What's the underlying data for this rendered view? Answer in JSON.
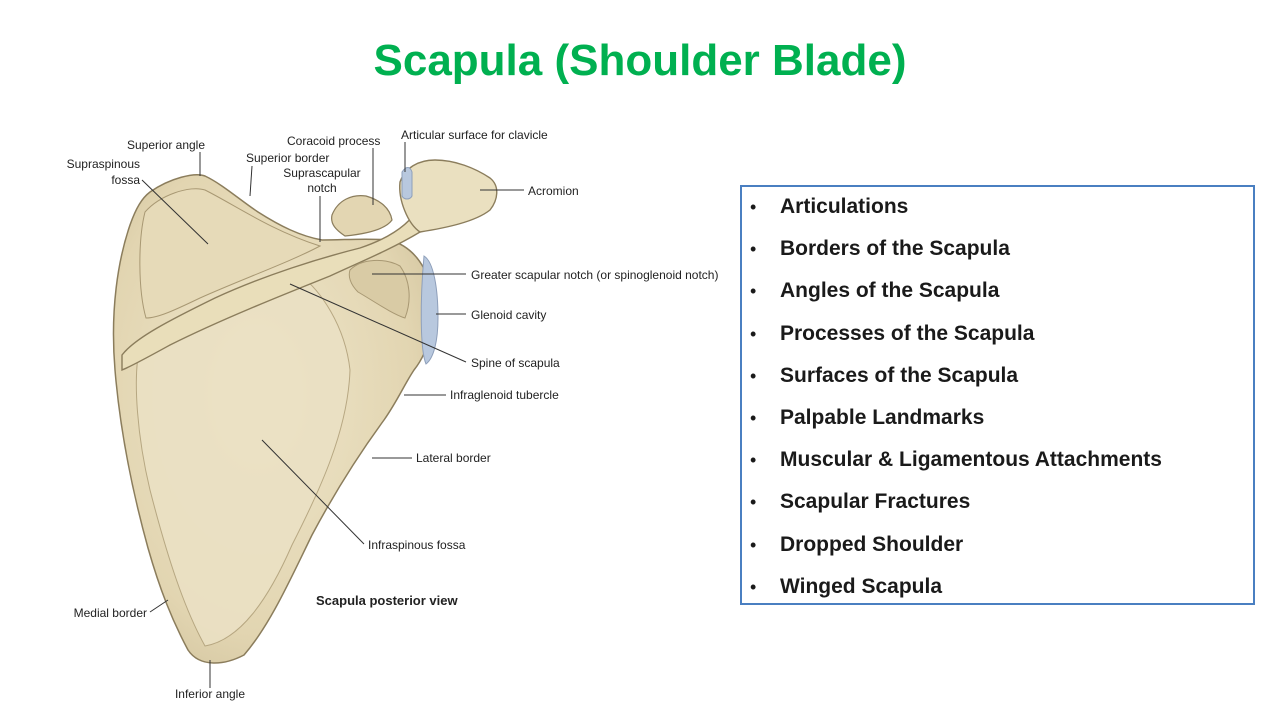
{
  "slide": {
    "title": "Scapula (Shoulder Blade)"
  },
  "figure": {
    "caption": "Scapula posterior view",
    "labels": {
      "superior_angle": "Superior angle",
      "supraspinous_fossa_1": "Supraspinous",
      "supraspinous_fossa_2": "fossa",
      "superior_border": "Superior border",
      "coracoid_process": "Coracoid process",
      "suprascapular_notch_1": "Suprascapular",
      "suprascapular_notch_2": "notch",
      "articular_surface": "Articular surface for clavicle",
      "acromion": "Acromion",
      "greater_scapular_notch": "Greater scapular notch (or spinoglenoid notch)",
      "glenoid_cavity": "Glenoid cavity",
      "spine_of_scapula": "Spine of scapula",
      "infraglenoid_tubercle": "Infraglenoid tubercle",
      "lateral_border": "Lateral border",
      "infraspinous_fossa": "Infraspinous fossa",
      "medial_border": "Medial border",
      "inferior_angle": "Inferior angle"
    },
    "colors": {
      "bone": "#e8dcbc",
      "bone_shadow": "#cdbf99",
      "outline": "#8b7d5c",
      "cartilage": "#b8c8de"
    }
  },
  "topics": {
    "bullet": "•",
    "items": [
      "Articulations",
      "Borders of the Scapula",
      "Angles of the Scapula",
      "Processes of the Scapula",
      "Surfaces of the Scapula",
      "Palpable Landmarks",
      "Muscular & Ligamentous Attachments",
      "Scapular Fractures",
      "Dropped Shoulder",
      "Winged Scapula"
    ],
    "border_color": "#4a7fc1"
  }
}
